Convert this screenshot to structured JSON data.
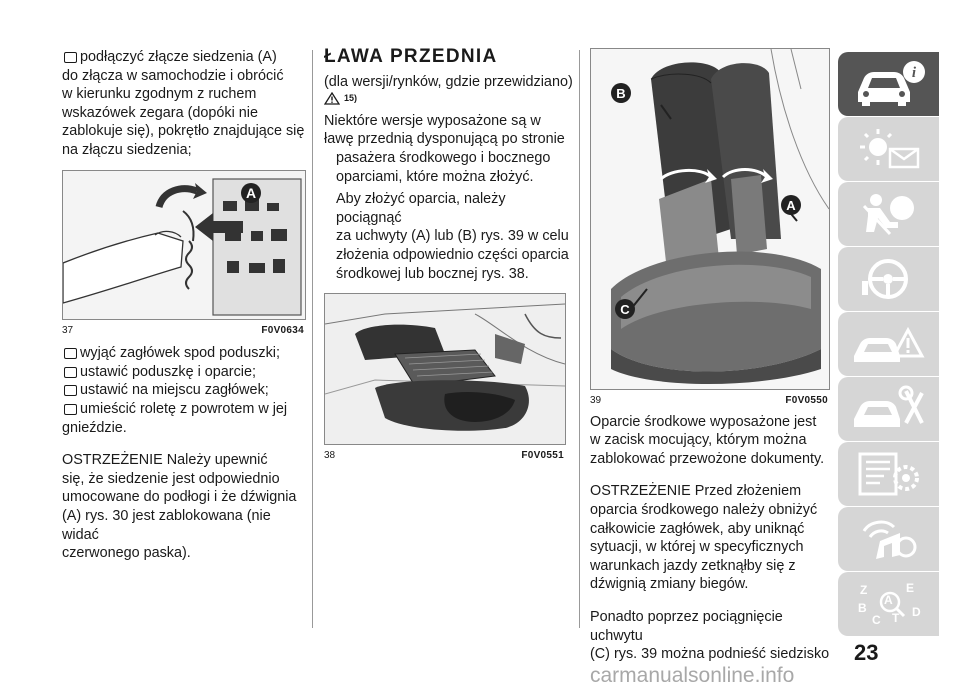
{
  "left_column": {
    "paragraph1_bullet": "podłączyć złącze siedzenia (A)",
    "paragraph1_rest": [
      "do złącza w samochodzie i obrócić",
      "w kierunku zgodnym z ruchem",
      "wskazówek zegara (dopóki nie",
      "zablokuje się), pokrętło znajdujące się",
      "na złączu siedzenia;"
    ],
    "figure": {
      "number": "37",
      "code": "F0V0634",
      "label_a": "A"
    },
    "bullets": [
      "wyjąć zagłówek spod poduszki;",
      "ustawić poduszkę i oparcie;",
      "ustawić na miejscu zagłówek;",
      "umieścić roletę z powrotem w jej"
    ],
    "bullet_continuation": "gnieździe.",
    "warning_lines": [
      "OSTRZEŻENIE Należy upewnić",
      "się, że siedzenie jest odpowiednio",
      "umocowane do podłogi i że dźwignia",
      "(A) rys. 30 jest zablokowana (nie widać",
      "czerwonego paska)."
    ]
  },
  "middle_column": {
    "section_title": "ŁAWA PRZEDNIA",
    "subtitle": "(dla wersji/rynków, gdzie przewidziano)",
    "warning_ref": "15)",
    "intro_lines": [
      "Niektóre wersje wyposażone są w",
      "ławę przednią dysponującą po stronie"
    ],
    "intro_indented": [
      "pasażera środkowego i bocznego",
      "oparciami, które można złożyć."
    ],
    "instruction_lines": [
      "Aby złożyć oparcia, należy pociągnąć",
      "za uchwyty (A) lub (B) rys. 39 w celu",
      "złożenia odpowiednio części oparcia",
      "środkowej lub bocznej rys. 38."
    ],
    "figure": {
      "number": "38",
      "code": "F0V0551"
    }
  },
  "right_column": {
    "figure": {
      "number": "39",
      "code": "F0V0550",
      "label_a": "A",
      "label_b": "B",
      "label_c": "C"
    },
    "para1": [
      "Oparcie środkowe wyposażone jest",
      "w zacisk mocujący, którym można",
      "zablokować przewożone dokumenty."
    ],
    "para2": [
      "OSTRZEŻENIE Przed złożeniem",
      "oparcia środkowego należy obniżyć",
      "całkowicie zagłówek, aby uniknąć",
      "sytuacji, w której w specyficznych",
      "warunkach jazdy zetknąłby się z",
      "dźwignią zmiany biegów."
    ],
    "para3": [
      "Ponadto poprzez pociągnięcie uchwytu",
      "(C) rys. 39 można podnieść siedzisko"
    ]
  },
  "side_tabs": [
    {
      "icon": "car-info-icon",
      "active": true
    },
    {
      "icon": "warning-lights-icon",
      "active": false
    },
    {
      "icon": "airbag-safety-icon",
      "active": false
    },
    {
      "icon": "steering-wheel-icon",
      "active": false
    },
    {
      "icon": "car-accident-icon",
      "active": false
    },
    {
      "icon": "car-maintenance-icon",
      "active": false
    },
    {
      "icon": "technical-data-icon",
      "active": false
    },
    {
      "icon": "multimedia-icon",
      "active": false
    },
    {
      "icon": "alphabetical-index-icon",
      "active": false
    }
  ],
  "index_letters": [
    "Z",
    "E",
    "A",
    "B",
    "C",
    "T",
    "D"
  ],
  "page_number": "23",
  "watermark": "carmanualsonline.info",
  "colors": {
    "active_tab": "#555555",
    "inactive_tab": "#d6d6d6",
    "tab_icon": "#ffffff"
  }
}
